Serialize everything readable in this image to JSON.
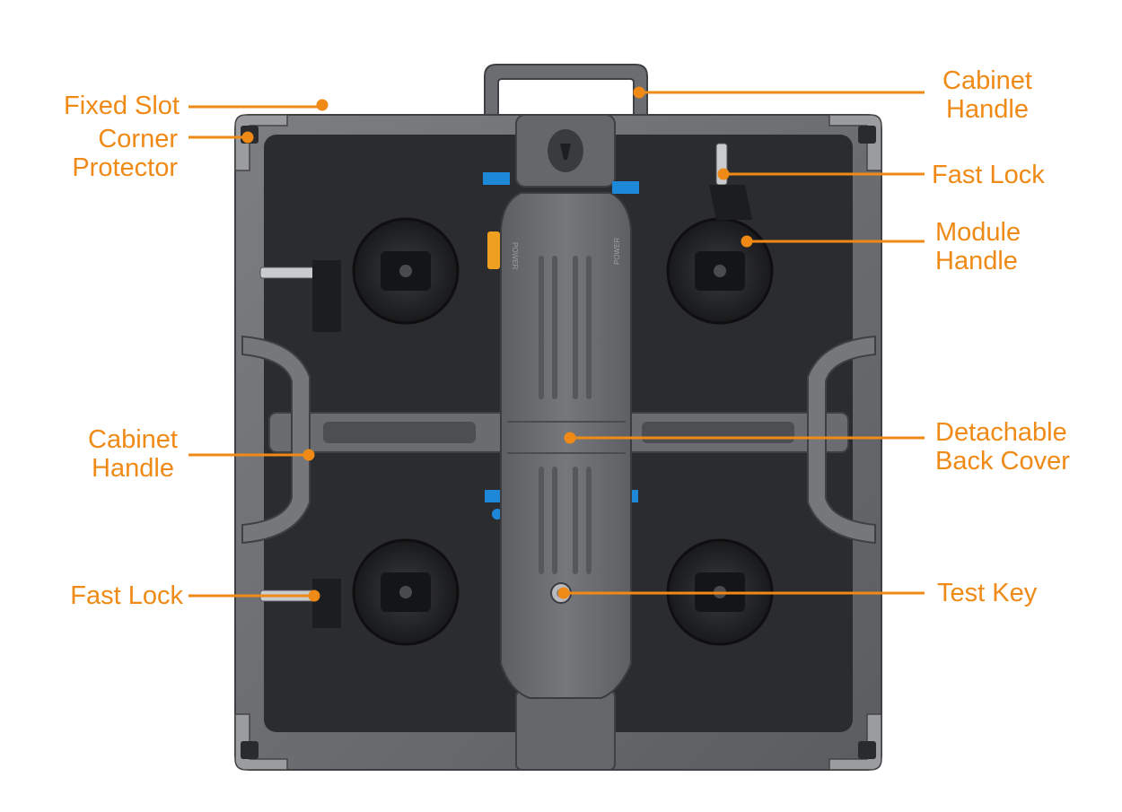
{
  "labels": {
    "fixed_slot": "Fixed Slot",
    "corner_protector": [
      "Corner",
      "Protector"
    ],
    "cabinet_handle_top": [
      "Cabinet",
      "Handle"
    ],
    "fast_lock_top": "Fast Lock",
    "module_handle": [
      "Module",
      "Handle"
    ],
    "cabinet_handle_left": [
      "Cabinet",
      "Handle"
    ],
    "detachable_back_cover": [
      "Detachable",
      "Back Cover"
    ],
    "fast_lock_left": "Fast Lock",
    "test_key": "Test Key"
  },
  "panel_text": {
    "power_left": "POWER",
    "power_right": "POWER"
  },
  "colors": {
    "accent": "#f08a16",
    "frame": "#6e7074",
    "frame_dark": "#4a4c50",
    "module": "#2a2b2e",
    "label_blue": "#1e88d8"
  }
}
